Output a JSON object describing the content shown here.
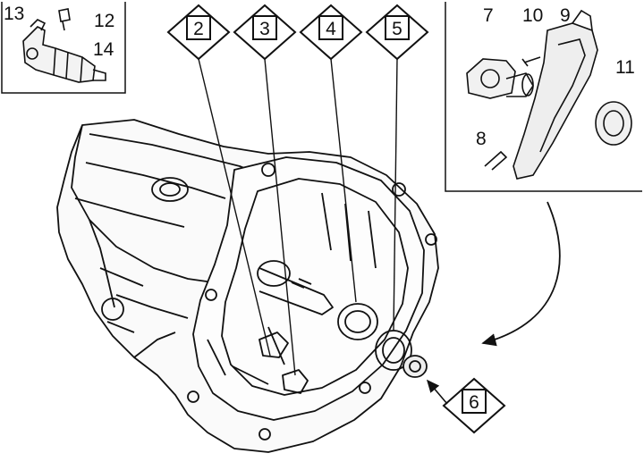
{
  "inset_left_labels": [
    "13",
    "12",
    "14"
  ],
  "inset_right_labels": [
    "7",
    "10",
    "9",
    "11",
    "8"
  ],
  "callouts": [
    "2",
    "3",
    "4",
    "5",
    "6"
  ]
}
